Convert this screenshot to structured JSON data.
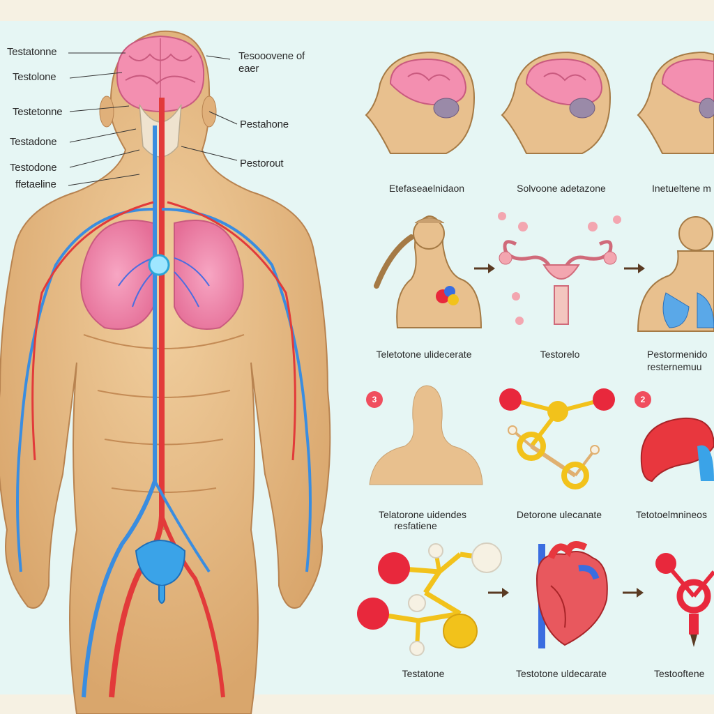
{
  "body_labels_left": [
    "Testatonne",
    "Testolone",
    "Testetonne",
    "Testadone",
    "Testodone",
    "ffetaeline"
  ],
  "body_labels_right": [
    "Tesooovene of",
    "eaer",
    "Pestahone",
    "Pestorout"
  ],
  "captions": {
    "row1": [
      "Etefaseaelnidaon",
      "Solvoone adetazone",
      "Inetueltene m"
    ],
    "row2": [
      "Teletotone ulidecerate",
      "Testorelo",
      "Pestormenido",
      "resternemuu"
    ],
    "row3": [
      "Telatorone uidendes",
      "resfatiene",
      "Detorone ulecanate",
      "Tetotoelmnineos"
    ],
    "row4": [
      "Testatone",
      "Testotone uldecarate",
      "Testooftene"
    ]
  },
  "badges": [
    "3",
    "2"
  ],
  "colors": {
    "background": "#e6f6f4",
    "skin": "#e8c08e",
    "artery": "#e23a3a",
    "vein": "#3a8de0",
    "brain": "#f38fb0",
    "atom_red": "#e8283c",
    "atom_gold": "#f2c21b",
    "arrow": "#5a3a22"
  }
}
